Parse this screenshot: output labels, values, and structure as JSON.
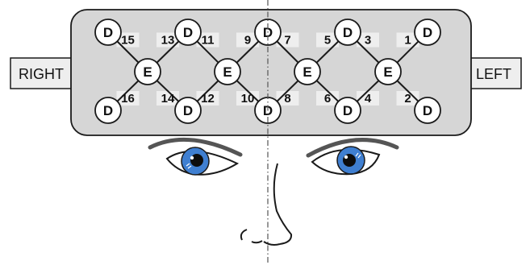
{
  "side_labels": {
    "right": "RIGHT",
    "left": "LEFT"
  },
  "emitter_letter": "E",
  "detector_letter": "D",
  "channels": [
    "1",
    "2",
    "3",
    "4",
    "5",
    "6",
    "7",
    "8",
    "9",
    "10",
    "11",
    "12",
    "13",
    "14",
    "15",
    "16"
  ],
  "colors": {
    "pad_fill": "#d6d6d6",
    "outline": "#1a1a1a",
    "label_box": "#eeeeee",
    "iris": "#3f7fd1",
    "midline": "#555555"
  }
}
